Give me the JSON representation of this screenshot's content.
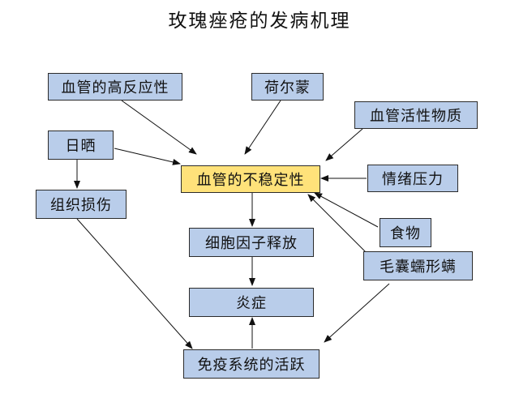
{
  "title": "玫瑰痤疮的发病机理",
  "nodes": {
    "vascular_hyperreactivity": "血管的高反应性",
    "hormone": "荷尔蒙",
    "vasoactive_substances": "血管活性物质",
    "sun_exposure": "日晒",
    "vascular_instability": "血管的不稳定性",
    "emotional_stress": "情绪压力",
    "tissue_damage": "组织损伤",
    "cytokine_release": "细胞因子释放",
    "food": "食物",
    "demodex": "毛囊蠕形螨",
    "inflammation": "炎症",
    "immune_activation": "免疫系统的活跃"
  },
  "colors": {
    "box_fill": "#b9cdea",
    "center_fill": "#ffe27a",
    "border": "#2b2b2b"
  }
}
